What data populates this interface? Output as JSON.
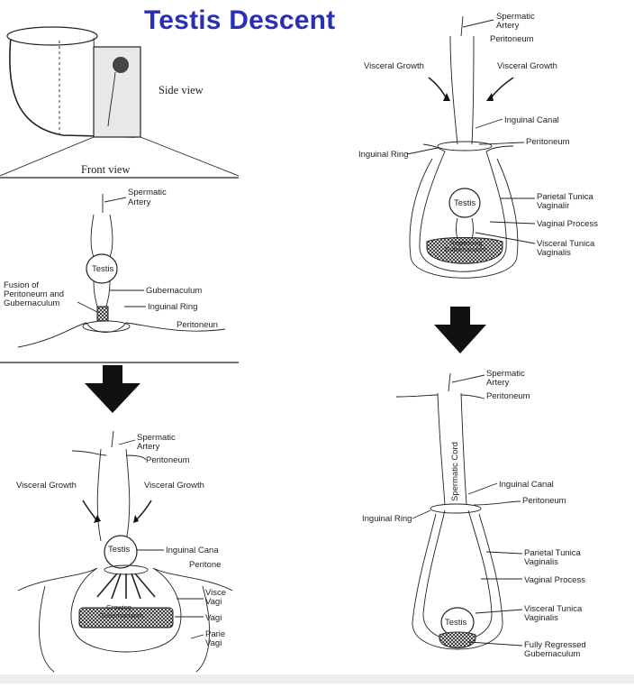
{
  "title": "Testis Descent",
  "panel_top_left": {
    "side_view": "Side view",
    "front_view": "Front view"
  },
  "panel_mid_left": {
    "spermatic_artery": [
      "Spermatic",
      "Artery"
    ],
    "testis": "Testis",
    "fusion": [
      "Fusion of",
      "Peritoneum and",
      "Gubernaculum"
    ],
    "gubernaculum": "Gubernaculum",
    "inguinal_ring": "Inguinal Ring",
    "peritoneum": "Peritoneun"
  },
  "panel_bottom_left": {
    "spermatic_artery": [
      "Spermatic",
      "Artery"
    ],
    "peritoneum_top": "Peritoneum",
    "visceral_growth_left": "Visceral Growth",
    "visceral_growth_right": "Visceral Growth",
    "testis": "Testis",
    "inguinal_canal": "Inguinal Cana",
    "peritoneum_right": "Peritone",
    "growing_gubernaculum": [
      "Growing",
      "Gubernaculum"
    ],
    "visceral_tunica": [
      "Visce",
      "Vagi"
    ],
    "vagi": "Vagi",
    "parietal": [
      "Parie",
      "Vagi"
    ]
  },
  "panel_top_right": {
    "spermatic_artery": [
      "Spermatic",
      "Artery"
    ],
    "peritoneum_top": "Peritoneum",
    "visceral_growth_left": "Visceral Growth",
    "visceral_growth_right": "Visceral Growth",
    "inguinal_canal": "Inguinal Canal",
    "peritoneum_right": "Peritoneum",
    "inguinal_ring": "Inguinal Ring",
    "testis": "Testis",
    "parietal_tunica": [
      "Parietal Tunica",
      "Vaginalir"
    ],
    "vaginal_process": "Vaginal Process",
    "regressing_gubernaculum": [
      "Regressing",
      "Gubernaculum"
    ],
    "visceral_tunica": [
      "Visceral Tunica",
      "Vaginalis"
    ]
  },
  "panel_bottom_right": {
    "spermatic_artery": [
      "Spermatic",
      "Artery"
    ],
    "peritoneum_top": "Peritoneum",
    "spermatic_cord": "Spermatic Cord",
    "inguinal_canal": "Inguinal Canal",
    "peritoneum_right": "Peritoneum",
    "inguinal_ring": "Inguinal Ring",
    "parietal_tunica": [
      "Parietal Tunica",
      "Vaginalis"
    ],
    "vaginal_process": "Vaginal Process",
    "visceral_tunica": [
      "Visceral Tunica",
      "Vaginalis"
    ],
    "testis": "Testis",
    "fully_regressed": [
      "Fully Regressed",
      "Gubernaculum"
    ]
  }
}
